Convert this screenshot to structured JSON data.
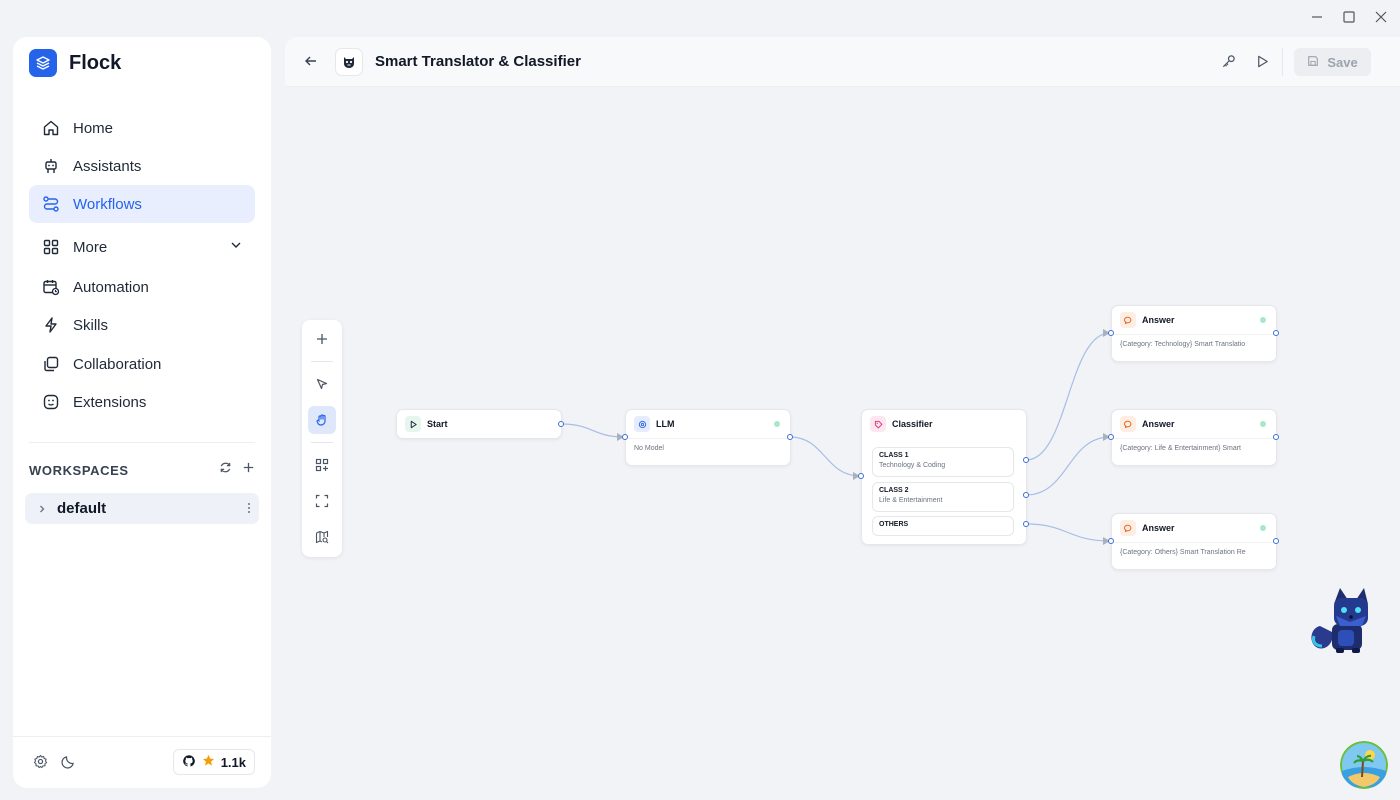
{
  "window": {
    "minimize_icon": "minimize-icon",
    "maximize_icon": "maximize-icon",
    "close_icon": "close-icon"
  },
  "sidebar": {
    "brand": "Flock",
    "nav": [
      {
        "label": "Home",
        "icon": "home-icon"
      },
      {
        "label": "Assistants",
        "icon": "robot-icon"
      },
      {
        "label": "Workflows",
        "icon": "workflow-icon",
        "active": true
      },
      {
        "label": "More",
        "icon": "grid-icon"
      },
      {
        "label": "Automation",
        "icon": "calendar-clock-icon"
      },
      {
        "label": "Skills",
        "icon": "bolt-icon"
      },
      {
        "label": "Collaboration",
        "icon": "copy-icon"
      },
      {
        "label": "Extensions",
        "icon": "smile-icon"
      }
    ],
    "workspaces_title": "WORKSPACES",
    "workspace_item": "default",
    "github_stars": "1.1k"
  },
  "header": {
    "title": "Smart Translator & Classifier",
    "save_label": "Save"
  },
  "nodes": {
    "start": {
      "title": "Start"
    },
    "llm": {
      "title": "LLM",
      "body": "No Model"
    },
    "classifier": {
      "title": "Classifier",
      "classes": [
        {
          "name": "CLASS 1",
          "desc": "Technology & Coding"
        },
        {
          "name": "CLASS 2",
          "desc": "Life & Entertainment"
        },
        {
          "name": "OTHERS",
          "desc": ""
        }
      ]
    },
    "answers": [
      {
        "title": "Answer",
        "body": "{Category: Technology} Smart Translatio"
      },
      {
        "title": "Answer",
        "body": "{Category: Life & Entertainment} Smart"
      },
      {
        "title": "Answer",
        "body": "{Category: Others} Smart Translation Re"
      }
    ]
  },
  "colors": {
    "accent": "#2563eb",
    "active_bg": "#e8eefd",
    "edge": "#a9bde6",
    "status_dot": "#a7e8c9"
  }
}
